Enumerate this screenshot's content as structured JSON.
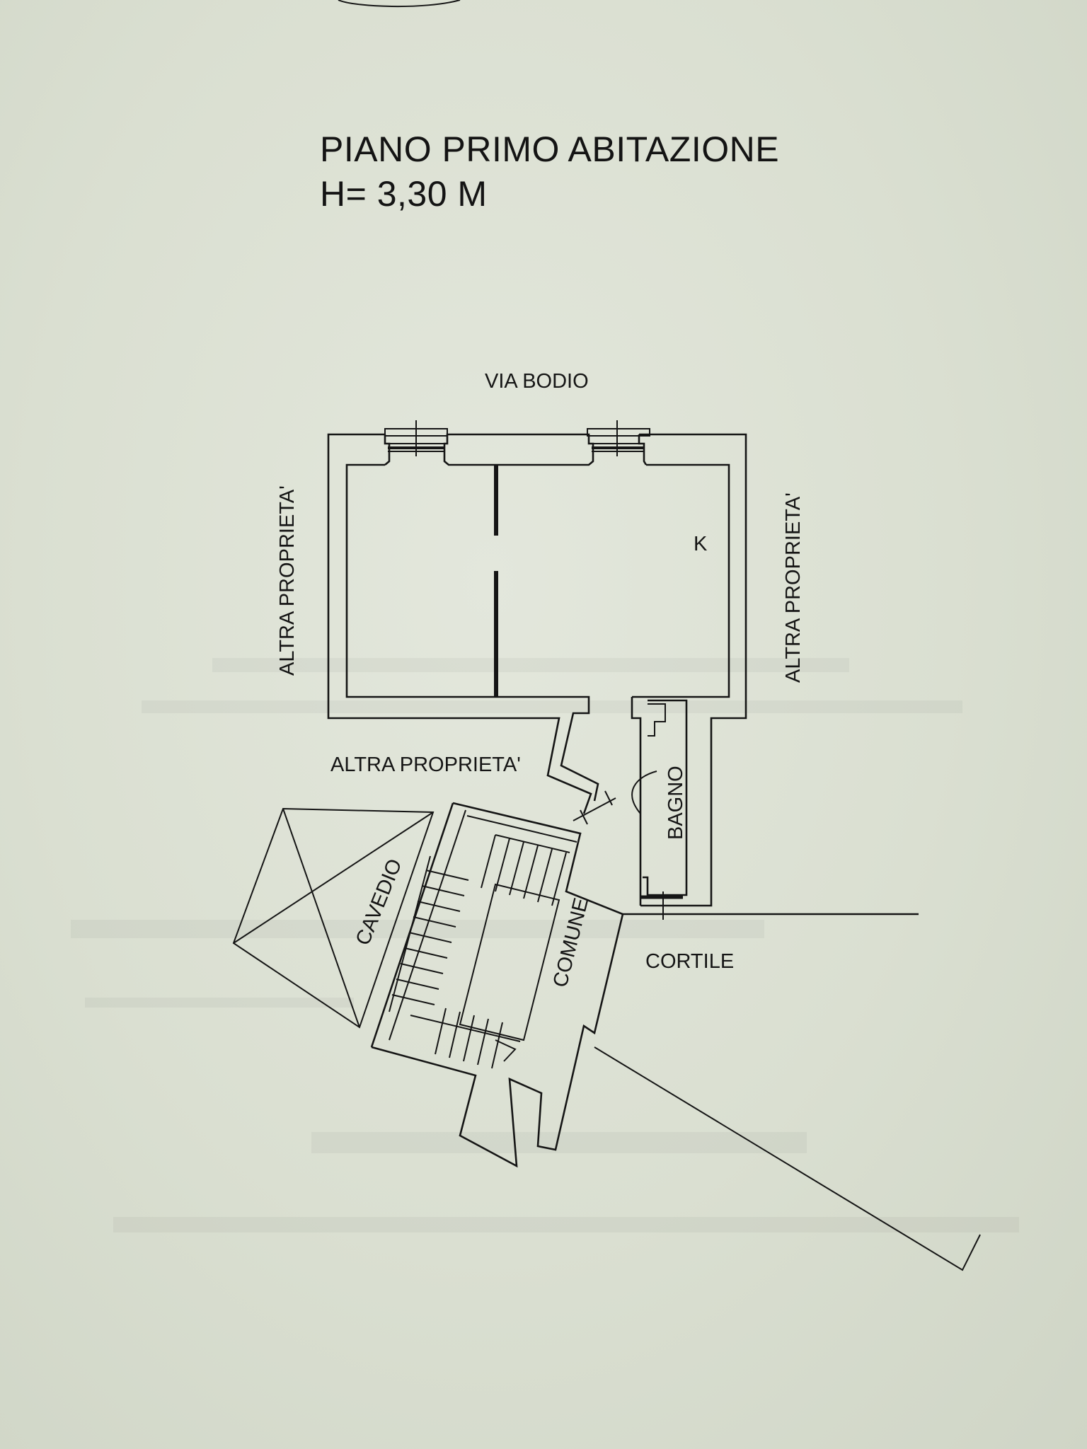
{
  "title": {
    "line1": "PIANO PRIMO ABITAZIONE",
    "line2": "H= 3,30 M"
  },
  "labels": {
    "street": "VIA BODIO",
    "left_neighbor": "ALTRA PROPRIETA'",
    "right_neighbor": "ALTRA PROPRIETA'",
    "bottom_neighbor": "ALTRA PROPRIETA'",
    "kitchen": "K",
    "bathroom": "BAGNO",
    "courtyard": "CORTILE",
    "lightwell": "CAVEDIO",
    "common_area": "COMUNE"
  },
  "colors": {
    "paper": "#dadfd1",
    "ink": "#151515"
  }
}
